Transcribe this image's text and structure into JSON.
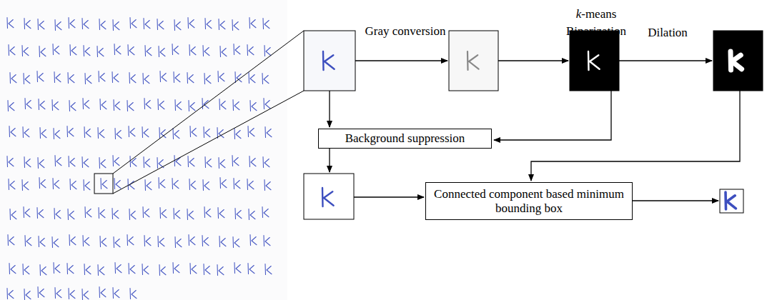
{
  "diagram": {
    "nodes": [
      {
        "text": [
          "Background suppression"
        ]
      },
      {
        "text": [
          "Connected component based minimum bounding box"
        ]
      }
    ],
    "labels": [
      "Gray conversion",
      "k-means Binarization",
      "Dilation"
    ]
  }
}
